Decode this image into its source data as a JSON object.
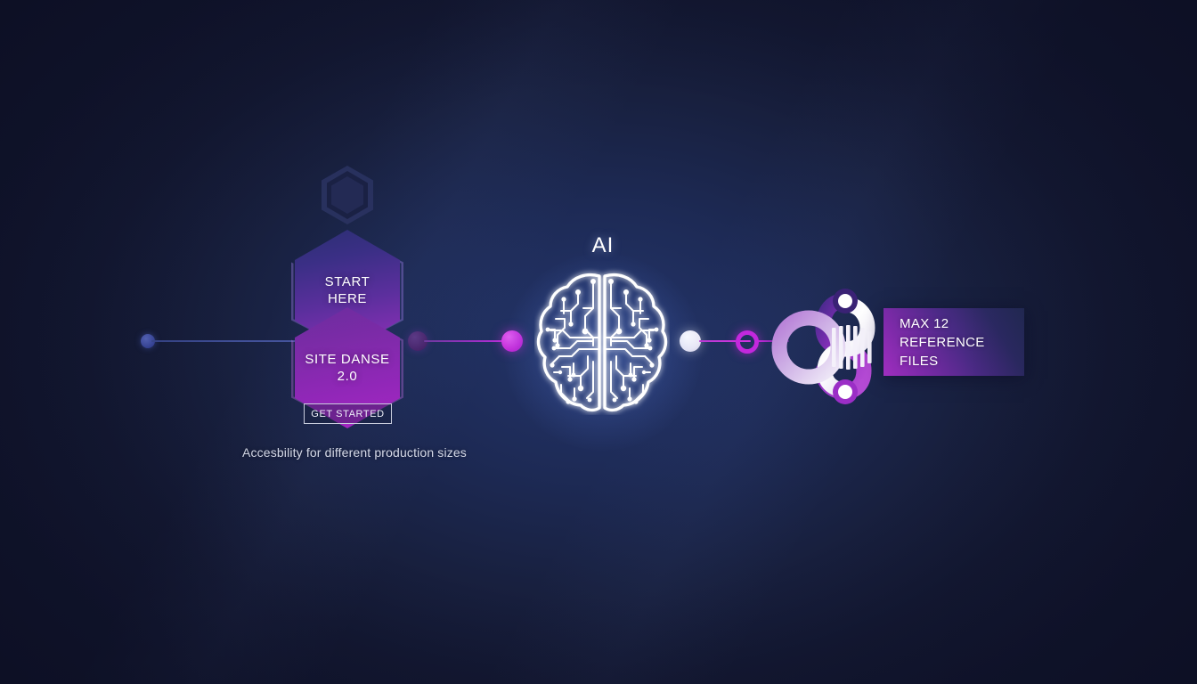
{
  "background": {
    "edge_color": "#131733",
    "center_glow_color": "#24356b"
  },
  "flow": {
    "hex_stack": {
      "ghost_hexagon_name": "decorative-hexagon-outline",
      "steps": [
        {
          "id": "start-here",
          "label": "START\nHERE",
          "gradient_from": "#2c2f73",
          "gradient_to": "#8d33b6"
        },
        {
          "id": "site-danse",
          "label": "SITE DANSE\n2.0",
          "gradient_from": "#6b2c9e",
          "gradient_to": "#a726c4"
        }
      ],
      "cta": {
        "label": "GET STARTED",
        "border_color": "#c9cddd"
      }
    },
    "caption": "Accesbility for different production sizes",
    "ai": {
      "label": "AI",
      "icon": "circuit-brain-icon",
      "glow_color": "#78a0ff"
    },
    "output": {
      "logo_name": "interlocking-rings-logo",
      "badge_line_1": "MAX 12",
      "badge_line_2": "REFERENCE FILES",
      "badge_gradient_from": "#a02ec0",
      "badge_gradient_to": "#232a55"
    },
    "connectors": [
      {
        "id": "conn-left",
        "dot": "blue-node",
        "color": "#4a58a6"
      },
      {
        "id": "conn-hex-to-ai",
        "dot": "violet-node",
        "color": "#c42fe0"
      },
      {
        "id": "conn-ai-to-logo",
        "dot": "white-node",
        "color": "#cf33e2"
      },
      {
        "id": "conn-ring",
        "dot": "magenta-ring-node",
        "color": "#c328dd"
      }
    ]
  }
}
